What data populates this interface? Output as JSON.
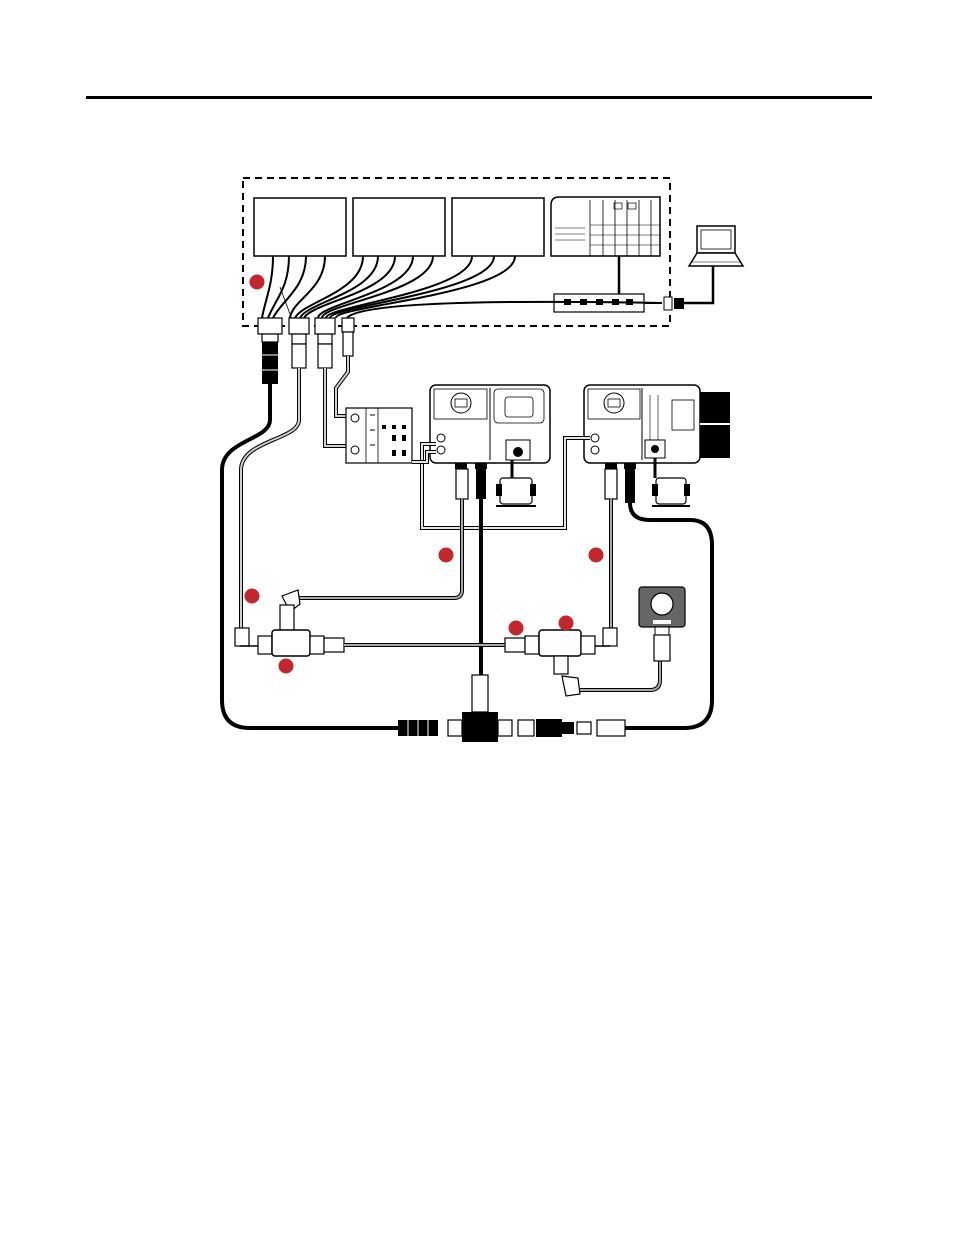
{
  "colors": {
    "callout": "#c1272d",
    "line": "#000000",
    "cable_dark": "#111111",
    "cable_gray": "#9a9a9a",
    "cable_light": "#cfcfcf",
    "device_fill": "#ffffff",
    "device_shade": "#e6e6e6"
  },
  "icons": [
    "laptop-icon",
    "ethernet-switch-icon",
    "controller-chassis-icon",
    "drive-module-icon",
    "motor-icon",
    "io-module-icon",
    "enable-pendant-icon",
    "tee-connector-icon",
    "elbow-connector-icon"
  ],
  "callouts": [
    {
      "id": "c1"
    },
    {
      "id": "c2"
    },
    {
      "id": "c3"
    },
    {
      "id": "c4"
    },
    {
      "id": "c5"
    },
    {
      "id": "c6"
    },
    {
      "id": "c7"
    }
  ]
}
